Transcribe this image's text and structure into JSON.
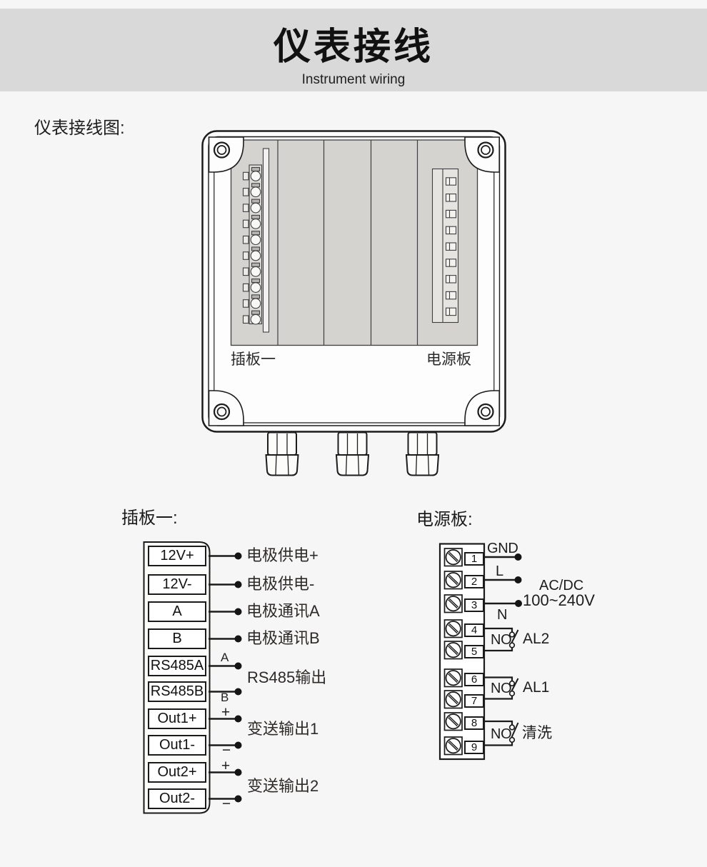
{
  "header": {
    "title": "仪表接线",
    "subtitle": "Instrument wiring"
  },
  "section_label": "仪表接线图:",
  "enclosure": {
    "left_board_label": "插板一",
    "power_board_label": "电源板"
  },
  "plugin_board": {
    "heading": "插板一:",
    "terminals": [
      "12V+",
      "12V-",
      "A",
      "B",
      "RS485A",
      "RS485B",
      "Out1+",
      "Out1-",
      "Out2+",
      "Out2-"
    ],
    "wire_labels": [
      "电极供电+",
      "电极供电-",
      "电极通讯A",
      "电极通讯B"
    ],
    "rs485": {
      "a": "A",
      "b": "B",
      "label": "RS485输出"
    },
    "out1": {
      "plus": "+",
      "minus": "−",
      "label": "变送输出1"
    },
    "out2": {
      "plus": "+",
      "minus": "−",
      "label": "变送输出2"
    }
  },
  "power_board": {
    "heading": "电源板:",
    "terminal_numbers": [
      "1",
      "2",
      "3",
      "4",
      "5",
      "6",
      "7",
      "8",
      "9"
    ],
    "gnd_label": "GND",
    "live_label": "L",
    "neutral_label": "N",
    "supply_type": "AC/DC",
    "supply_range": "100~240V",
    "relays": [
      {
        "contact": "NO",
        "name": "AL2"
      },
      {
        "contact": "NO",
        "name": "AL1"
      },
      {
        "contact": "NO",
        "name": "清洗"
      }
    ]
  }
}
